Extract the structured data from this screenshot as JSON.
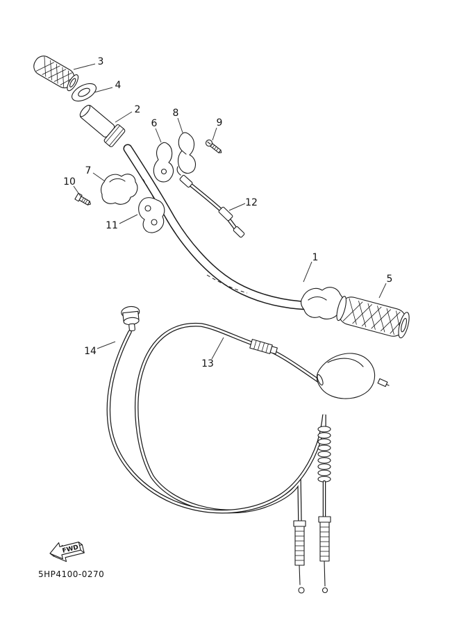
{
  "page": {
    "background": "#ffffff",
    "ink": "#1a1a1a"
  },
  "diagram": {
    "code": "5HP4100-0270",
    "fwd": "FWD",
    "callouts": [
      "1",
      "2",
      "3",
      "4",
      "5",
      "6",
      "7",
      "8",
      "9",
      "10",
      "11",
      "12",
      "13",
      "14"
    ]
  }
}
